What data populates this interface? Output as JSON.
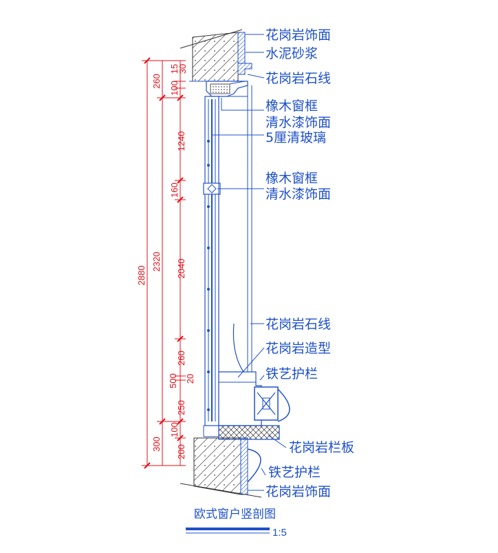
{
  "title": "欧式窗户竖剖图",
  "scale": "1:5",
  "colors": {
    "drawing": "#1e50c8",
    "dimension": "#e0101a",
    "hatch": "#333333"
  },
  "labels": [
    "花岗岩饰面",
    "水泥砂浆",
    "花岗岩石线",
    "橡木窗框",
    "清水漆饰面",
    "5厘清玻璃",
    "橡木窗框",
    "清水漆饰面",
    "花岗岩石线",
    "花岗岩造型",
    "铁艺护栏",
    "花岗岩栏板",
    "铁艺护栏",
    "花岗岩饰面"
  ],
  "dimensions": {
    "overall": "2880",
    "outer": [
      "260",
      "2320",
      "300"
    ],
    "detail": [
      "100",
      "15",
      "30",
      "1240",
      "160",
      "2040",
      "260",
      "500",
      "20",
      "250",
      "100",
      "200"
    ]
  }
}
